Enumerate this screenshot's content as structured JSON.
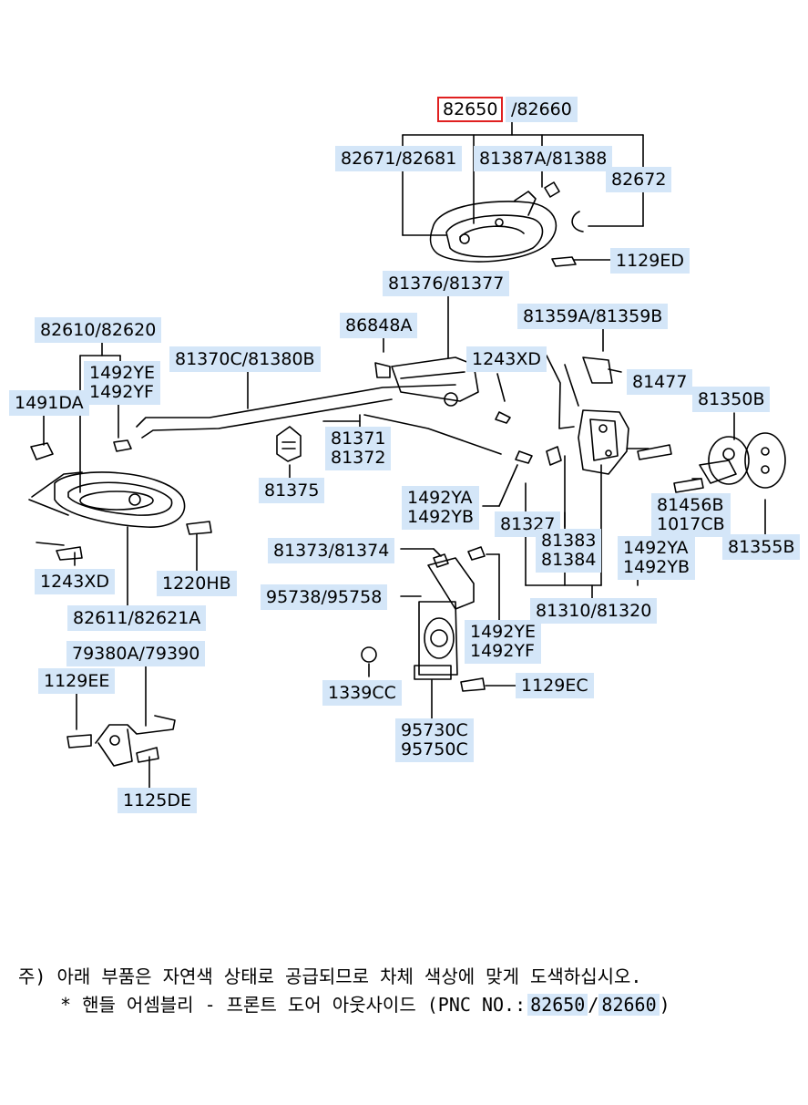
{
  "selected_part": "82650",
  "labels": {
    "p82650": "82650",
    "slash_82660": "/82660",
    "p82671": "82671/82681",
    "p81387": "81387A/81388",
    "p82672": "82672",
    "p1129ED": "1129ED",
    "p81376": "81376/81377",
    "p81359": "81359A/81359B",
    "p86848": "86848A",
    "p1243XD_top": "1243XD",
    "p81370": "81370C/81380B",
    "p82610": "82610/82620",
    "p1492YE_l1": "1492YE",
    "p1492YE_l2": "1492YF",
    "p1491DA": "1491DA",
    "p81477": "81477",
    "p81350B": "81350B",
    "p81371_l1": "81371",
    "p81371_l2": "81372",
    "p81375": "81375",
    "p1492YA_l1": "1492YA",
    "p1492YA_l2": "1492YB",
    "p81456_l1": "81456B",
    "p81456_l2": "1017CB",
    "p81327": "81327",
    "p81383_l1": "81383",
    "p81383_l2": "81384",
    "p1492YA_r1": "1492YA",
    "p1492YA_r2": "1492YB",
    "p81355B": "81355B",
    "p81373": "81373/81374",
    "p95738": "95738/95758",
    "p1243XD_left": "1243XD",
    "p1220HB": "1220HB",
    "p81310": "81310/81320",
    "p82611": "82611/82621A",
    "p1492YE_m1": "1492YE",
    "p1492YE_m2": "1492YF",
    "p79380": "79380A/79390",
    "p1129EE": "1129EE",
    "p1339CC": "1339CC",
    "p1129EC": "1129EC",
    "p95730_l1": "95730C",
    "p95730_l2": "95750C",
    "p1125DE": "1125DE"
  },
  "note": {
    "line1": "주) 아래 부품은 자연색 상태로 공급되므로 차체 색상에 맞게 도색하십시오.",
    "line2_prefix": "* 핸들 어셈블리 - 프론트 도어 아웃사이드 (PNC NO.:",
    "pnc1": "82650",
    "pnc2": "82660",
    "line2_suffix": ")"
  },
  "colors": {
    "label_bg": "#d4e6f8",
    "selected_border": "#e02020"
  }
}
